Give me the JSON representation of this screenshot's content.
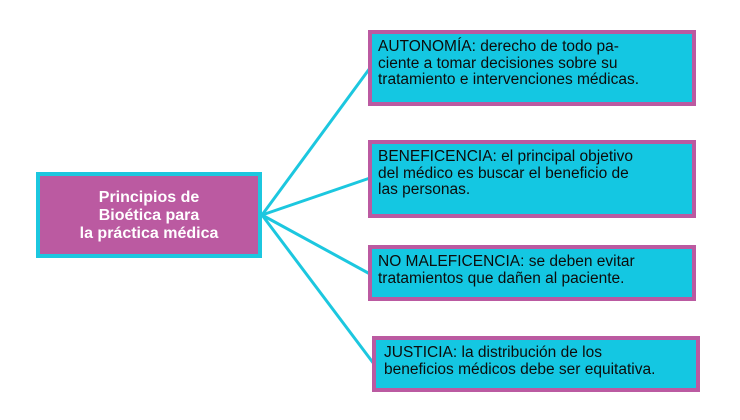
{
  "colors": {
    "root_fill": "#bb5aa1",
    "root_border": "#1cc7df",
    "leaf_fill": "#14c7e2",
    "leaf_border": "#bb5aa1",
    "connector": "#1cc7df"
  },
  "root": {
    "text": "Principios de\nBioética para\nla práctica médica"
  },
  "principles": [
    {
      "text": "AUTONOMÍA: derecho de todo pa-\nciente a tomar decisiones sobre su\ntratamiento e intervenciones médicas."
    },
    {
      "text": "BENEFICENCIA: el principal objetivo\ndel médico es buscar el beneficio de\nlas personas."
    },
    {
      "text": "NO MALEFICENCIA: se deben evitar\ntratamientos que dañen al paciente."
    },
    {
      "text": "JUSTICIA: la distribución de los\nbeneficios médicos debe ser equitativa."
    }
  ]
}
